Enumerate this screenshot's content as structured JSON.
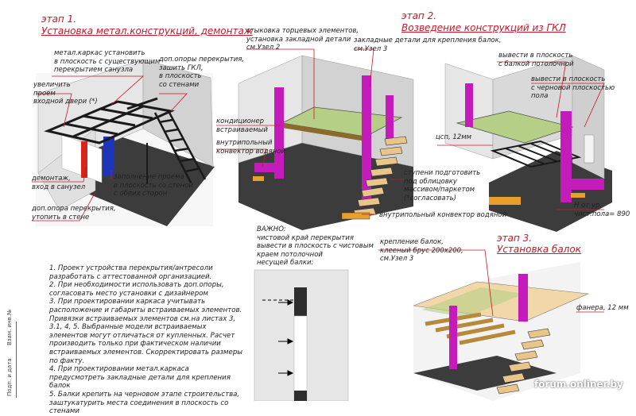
{
  "stages": [
    {
      "number": "этап 1.",
      "title": "Установка метал.конструкций, демонтаж"
    },
    {
      "number": "этап 2.",
      "title": "Возведение конструкций из ГКЛ"
    },
    {
      "number": "этап 3.",
      "title": "Установка балок"
    }
  ],
  "callouts": {
    "s1_frame": "метал.каркас установить\nв плоскость с существующим\nперекрытием санузла",
    "s1_supports": "доп.опоры перекрытия,\nзашить ГКЛ,\nв плоскость\nсо стенами",
    "s1_door": "увеличить\nпроем\nвходной двери (*)",
    "s1_demolish": "демонтаж,\nвход в санузел",
    "s1_fill": "заполнение проема\nв плоскость со стеной\nс обеих сторон",
    "s1_support_wall": "доп.опора перекрытия,\nутопить в стене",
    "s2_joint": "стыковка торцевых элементов,\nустановка закладной детали\nсм.Узел 2",
    "s2_embedded": "закладные детали для крепления балок,\nсм.Узел 3",
    "s2_ac": "кондиционер\nвстраиваемый",
    "s2_convector": "внутрипольный\nконвектор водяной",
    "s2_steps": "ступени подготовить\nпод облицовку\nмассивом/паркетом\n(*согласовать)",
    "s2_convector_bottom": "внутрипольный конвектор водяной",
    "s2_plane_beam": "вывести в плоскость\nс балкой потолочной",
    "s2_plane_ceiling": "вывести в плоскость\nс черновой плоскостью\nпола",
    "s2_csp": "цсп, 12мм",
    "s2_level": "Н от ур.\nчист.пола= 890",
    "important": "ВАЖНО:\nчистовой край перекрытия\nвывести в плоскость с чистовым\nкраем потолочной\nнесущей балки:",
    "s3_beams": "крепление балок,\nклееный брус 200х200,\nсм.Узел 3",
    "s3_plywood": "фанера, 12 мм"
  },
  "notes": [
    "1. Проект устройства перекрытия/антресоли разработать с аттестованной организацией.",
    "2. При необходимости использовать доп.опоры, согласовать место установки с дизайнером",
    "3. При проектировании каркаса учитывать расположение и габариты встраиваемых элементов. Привязки встраиваемых элементов см.на листах 3, 3.1, 4, 5. Выбранные модели встраиваемых элементов могут отличаться от купленных. Расчет производить только при фактическом наличии встраиваемых элементов. Скорректировать размеры по факту.",
    "4. При проектировании метал.каркаса предусмотреть закладные детали для крепления балок",
    "5. Балки крепить на черновом этапе строительства, заштукатурить места соединения в плоскость со стенами"
  ],
  "stamp": [
    "Взам. инв.№",
    "Подп. и дата"
  ],
  "watermark": "forum.onliner.by",
  "colors": {
    "stage_title": "#c8182a",
    "leader": "#c8182a",
    "partition": "#c41cbb",
    "frame": "#1a1a1a",
    "floor": "#3c3c3c",
    "wall": "#d2d2d2",
    "csp": "#b5cf86",
    "wood": "#e9c58a",
    "beam": "#b58a3a"
  }
}
